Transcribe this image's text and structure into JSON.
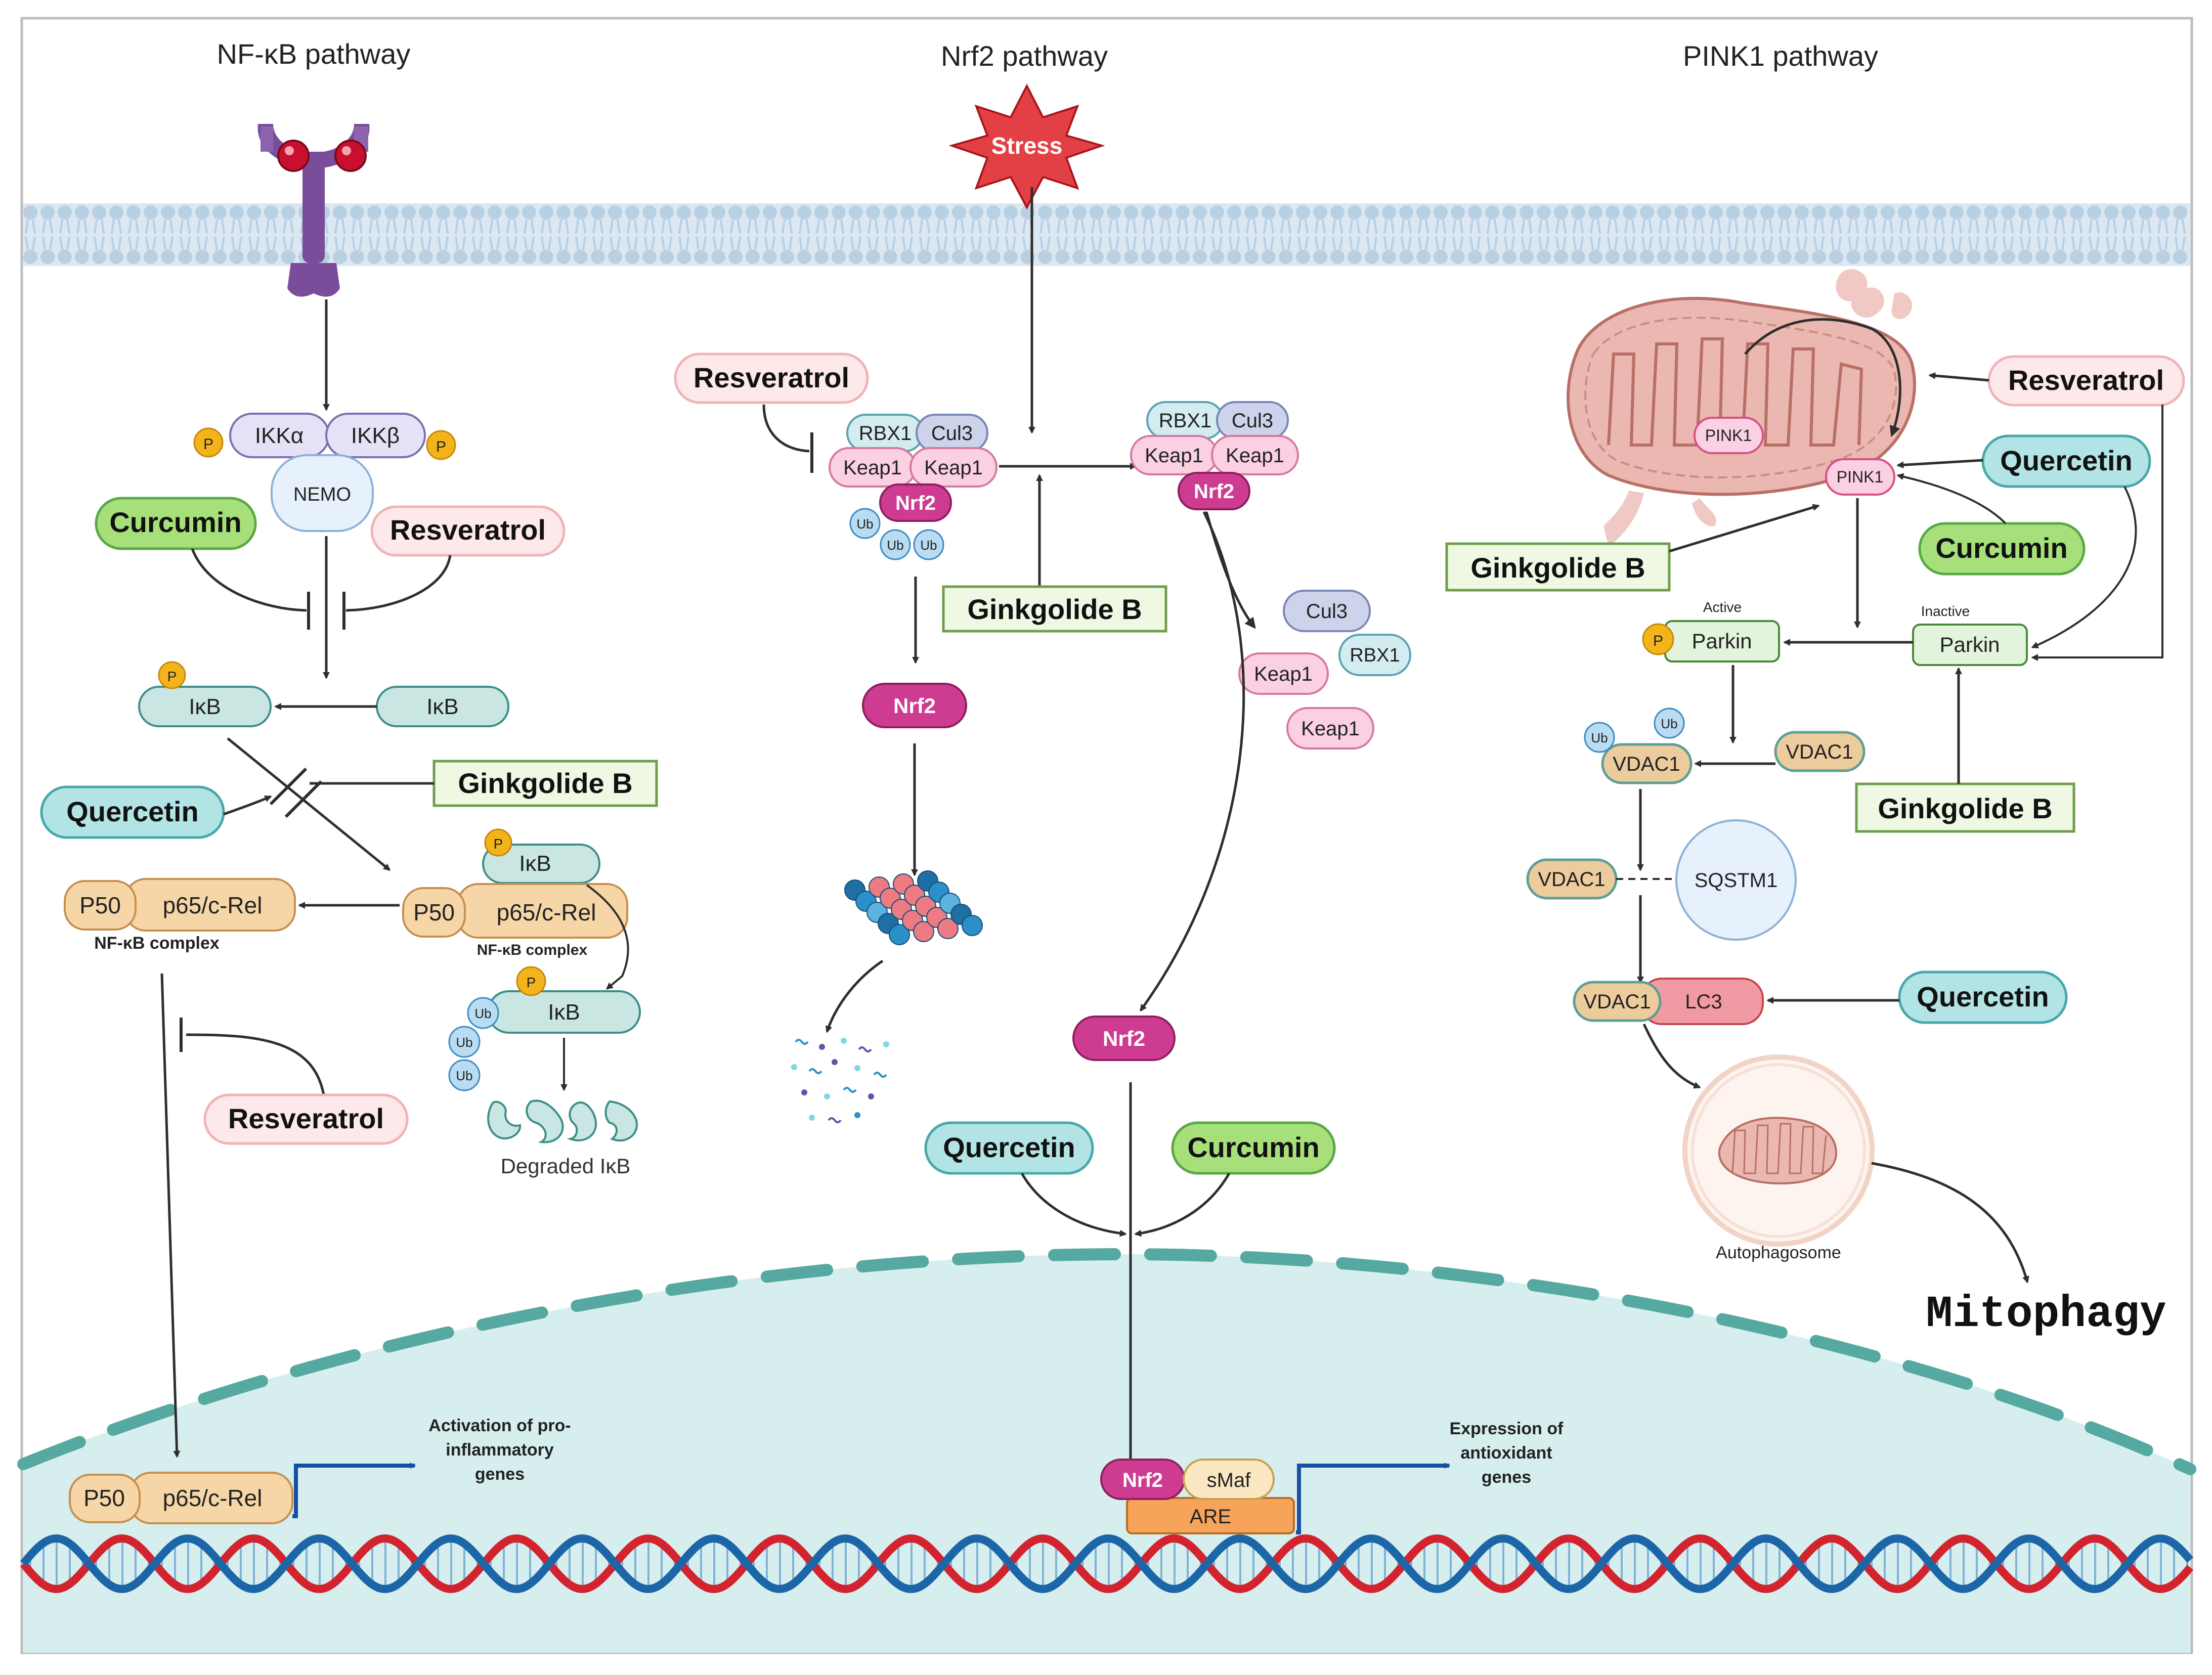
{
  "titles": {
    "nfkb": "NF-κB pathway",
    "nrf2": "Nrf2 pathway",
    "pink1": "PINK1 pathway"
  },
  "compounds": {
    "curcumin": "Curcumin",
    "resveratrol": "Resveratrol",
    "quercetin": "Quercetin",
    "ginkgolide": "Ginkgolide B"
  },
  "nfkb": {
    "ikka": "IKKα",
    "ikkb": "IKKβ",
    "nemo": "NEMO",
    "p": "P",
    "ikb": "IκB",
    "p50": "P50",
    "p65": "p65/c-Rel",
    "complex": "NF-κB complex",
    "ub": "Ub",
    "degraded": "Degraded IκB",
    "activation": [
      "Activation of pro-",
      "inflammatory",
      "genes"
    ]
  },
  "nrf2": {
    "stress": "Stress",
    "rbx1": "RBX1",
    "cul3": "Cul3",
    "keap1": "Keap1",
    "nrf2": "Nrf2",
    "ub": "Ub",
    "smaf": "sMaf",
    "are": "ARE",
    "expression": [
      "Expression of",
      "antioxidant",
      "genes"
    ]
  },
  "pink1": {
    "pink1": "PINK1",
    "parkin": "Parkin",
    "active": "Active",
    "inactive": "Inactive",
    "p": "P",
    "ub": "Ub",
    "vdac1": "VDAC1",
    "sqstm1": "SQSTM1",
    "lc3": "LC3",
    "autophagosome": "Autophagosome",
    "mitophagy": "Mitophagy"
  },
  "colors": {
    "membrane": "#b9cfe2",
    "nucleus": "#d7eeee",
    "nucleus_border": "#56a9a1",
    "curcumin_fill": "#a7e07a",
    "curcumin_stroke": "#5aa846",
    "quercetin_fill": "#b2e4e6",
    "quercetin_stroke": "#47a7ab",
    "resveratrol_fill": "#fde9ea",
    "resveratrol_stroke": "#f0b3b7",
    "ginkgolide_fill": "#eef8e3",
    "ginkgolide_stroke": "#6d9d4b",
    "nrf2_fill": "#cd3c91",
    "keap1_fill": "#fad0e2",
    "rbx1_fill": "#d3ecf0",
    "cul3_fill": "#cdd3ea",
    "p50_fill": "#f6d6a6",
    "ikb_fill": "#c9e6e3",
    "vdac1_fill": "#eccb9c",
    "lc3_fill": "#f29aa3",
    "parkin_fill": "#e3f4dd",
    "stress_fill": "#e34045",
    "arrow": "#2e2e2e",
    "transcription_arrow": "#174ea6",
    "dna_red": "#d3232e",
    "dna_blue": "#1c66a8"
  }
}
